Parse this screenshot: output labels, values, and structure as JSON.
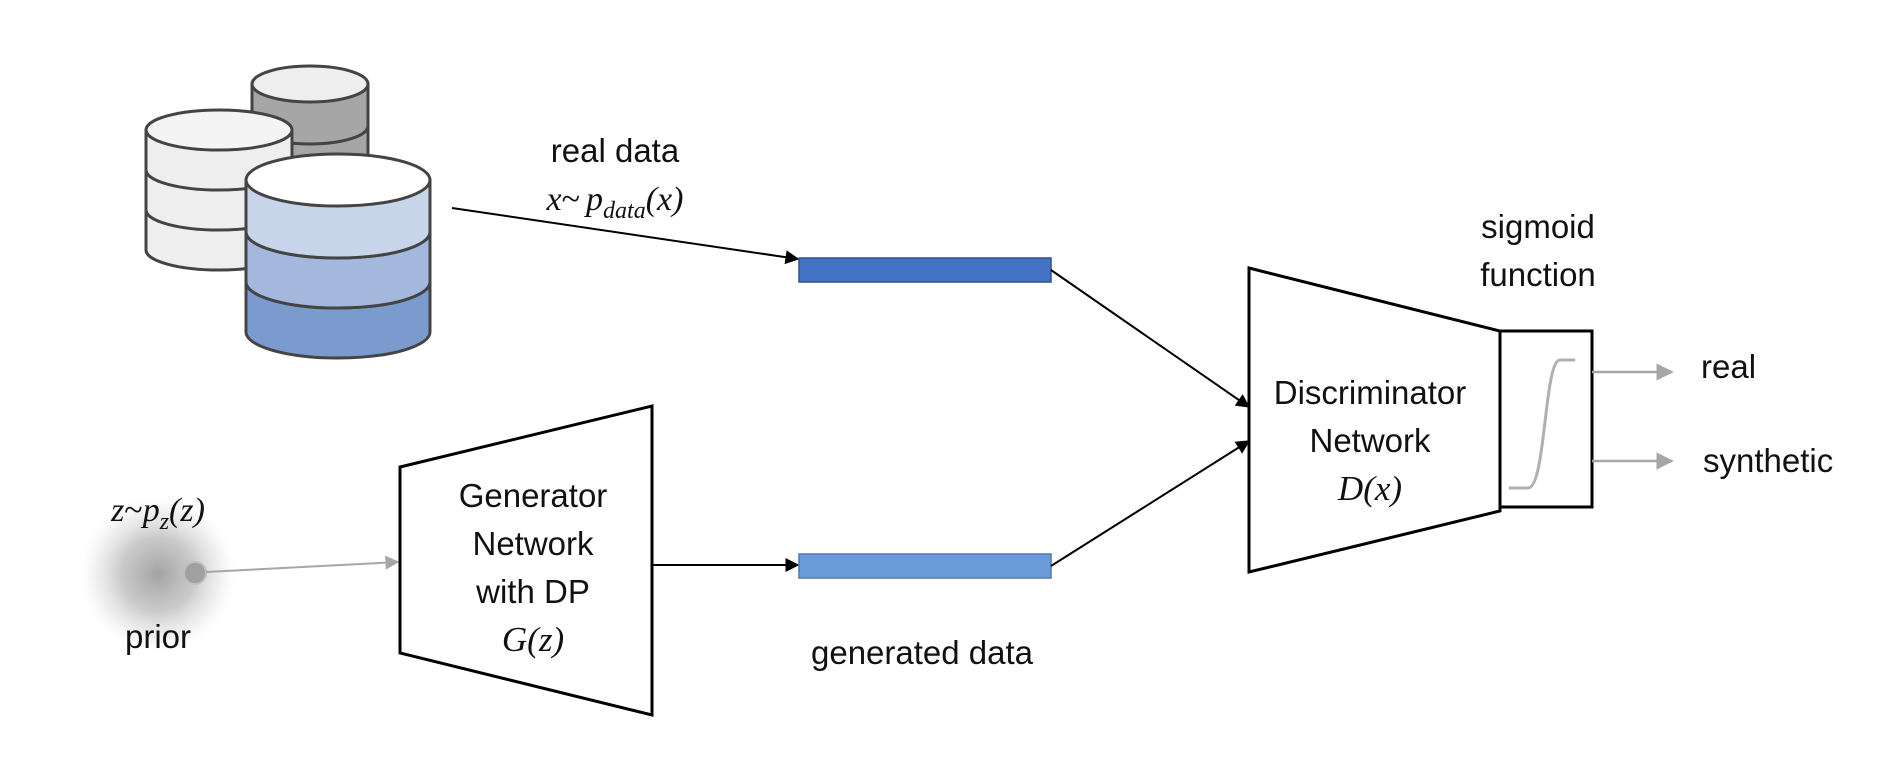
{
  "diagram": {
    "real_data": {
      "label": "real data",
      "formula": {
        "var": "x",
        "tilde": "~",
        "p": "p",
        "sub": "data",
        "arg": "(x)"
      }
    },
    "prior": {
      "label": "prior",
      "formula": {
        "var": "z",
        "tilde": "~",
        "p": "p",
        "sub": "z",
        "arg": "(z)"
      }
    },
    "generator": {
      "line1": "Generator",
      "line2": "Network",
      "line3": "with DP",
      "func": {
        "name": "G",
        "arg": "(z)"
      }
    },
    "generated_data": {
      "label": "generated data"
    },
    "discriminator": {
      "line1": "Discriminator",
      "line2": "Network",
      "func": {
        "name": "D",
        "arg": "(x)"
      }
    },
    "sigmoid": {
      "line1": "sigmoid",
      "line2": "function"
    },
    "outputs": {
      "real": "real",
      "synthetic": "synthetic"
    },
    "colors": {
      "real_bar": "#4472c4",
      "generated_bar": "#6a9bd8",
      "db_light": "#eeeeee",
      "db_gray": "#a6a6a6",
      "db_blue_top": "#c8d4ea",
      "db_blue_mid": "#a4b8de",
      "db_blue_bot": "#7b9bcf",
      "gray_arrow": "#a6a6a6"
    }
  }
}
